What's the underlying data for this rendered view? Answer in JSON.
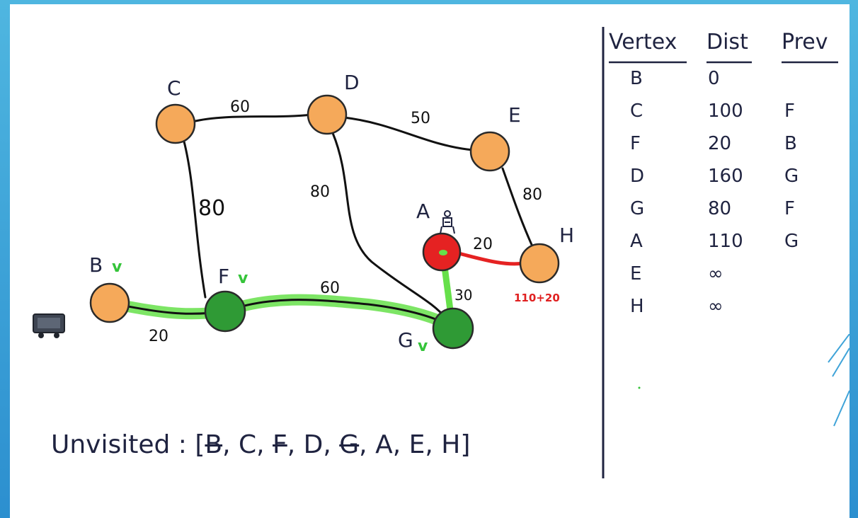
{
  "diagram": {
    "nodes": [
      {
        "id": "A",
        "label": "A",
        "state": "current",
        "color": "#e52222"
      },
      {
        "id": "B",
        "label": "B",
        "state": "visited",
        "color": "#f5a95a"
      },
      {
        "id": "C",
        "label": "C",
        "state": "unvisited",
        "color": "#f5a95a"
      },
      {
        "id": "D",
        "label": "D",
        "state": "unvisited",
        "color": "#f5a95a"
      },
      {
        "id": "E",
        "label": "E",
        "state": "unvisited",
        "color": "#f5a95a"
      },
      {
        "id": "F",
        "label": "F",
        "state": "visited",
        "color": "#2f9a35"
      },
      {
        "id": "G",
        "label": "G",
        "state": "visited",
        "color": "#2f9a35"
      },
      {
        "id": "H",
        "label": "H",
        "state": "unvisited",
        "color": "#f5a95a"
      }
    ],
    "check_mark": "v",
    "edges": [
      {
        "from": "C",
        "to": "D",
        "weight": "60"
      },
      {
        "from": "D",
        "to": "E",
        "weight": "50"
      },
      {
        "from": "C",
        "to": "F",
        "weight": "80"
      },
      {
        "from": "D",
        "to": "G",
        "weight": "80"
      },
      {
        "from": "E",
        "to": "H",
        "weight": "80"
      },
      {
        "from": "A",
        "to": "H",
        "weight": "20"
      },
      {
        "from": "A",
        "to": "G",
        "weight": "30"
      },
      {
        "from": "B",
        "to": "F",
        "weight": "20"
      },
      {
        "from": "F",
        "to": "G",
        "weight": "60"
      }
    ],
    "calculation_note": "110+20",
    "colors": {
      "unvisited": "#f5a95a",
      "visited": "#2f9a35",
      "current": "#e52222",
      "path_highlight": "#66e04a",
      "active_edge": "#e52222"
    }
  },
  "table": {
    "headers": {
      "vertex": "Vertex",
      "dist": "Dist",
      "prev": "Prev"
    },
    "rows": [
      {
        "vertex": "B",
        "dist": "0",
        "prev": ""
      },
      {
        "vertex": "C",
        "dist": "100",
        "prev": "F"
      },
      {
        "vertex": "F",
        "dist": "20",
        "prev": "B"
      },
      {
        "vertex": "D",
        "dist": "160",
        "prev": "G"
      },
      {
        "vertex": "G",
        "dist": "80",
        "prev": "F"
      },
      {
        "vertex": "A",
        "dist": "110",
        "prev": "G"
      },
      {
        "vertex": "E",
        "dist": "∞",
        "prev": ""
      },
      {
        "vertex": "H",
        "dist": "∞",
        "prev": ""
      }
    ]
  },
  "unvisited": {
    "label": "Unvisited : [",
    "items": [
      {
        "text": "B",
        "struck": true
      },
      {
        "text": "C",
        "struck": false
      },
      {
        "text": "F",
        "struck": true
      },
      {
        "text": "D",
        "struck": false
      },
      {
        "text": "G",
        "struck": true
      },
      {
        "text": "A",
        "struck": false
      },
      {
        "text": "E",
        "struck": false
      },
      {
        "text": "H",
        "struck": false
      }
    ],
    "separator": ",",
    "close": "]"
  }
}
